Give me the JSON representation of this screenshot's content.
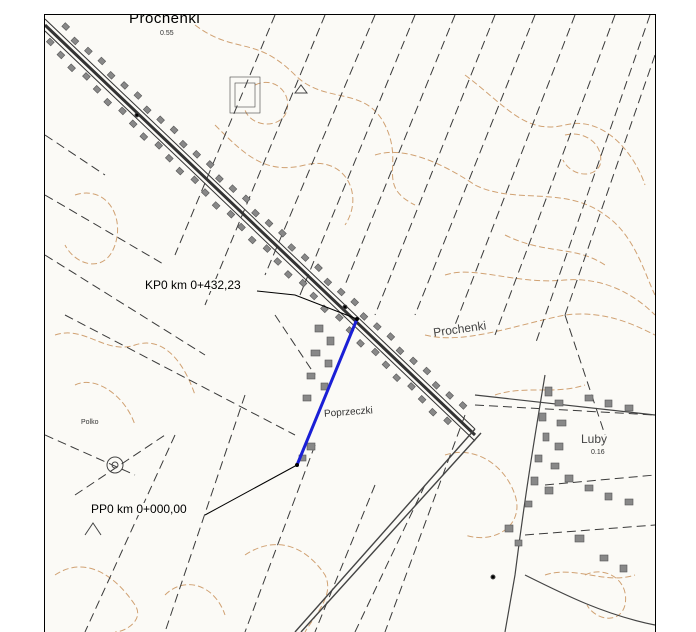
{
  "map": {
    "place_names": {
      "prochenki_top": "Prochenki",
      "prochenki_right": "Prochenki",
      "poprzeczki": "Poprzeczki",
      "luby": "Luby",
      "polko": "Polko"
    },
    "elevation_labels": {
      "top": "0.55",
      "luby": "0.16"
    },
    "callouts": {
      "end_point": "KP0 km 0+432,23",
      "start_point": "PP0 km 0+000,00"
    },
    "route": {
      "color": "#1a1fd6",
      "start_km": "0+000,00",
      "end_km": "0+432,23"
    },
    "colors": {
      "contour": "#c9925c",
      "road": "#333333",
      "dashed_parcel": "#3a3a3a",
      "buildings": "#777777"
    }
  }
}
